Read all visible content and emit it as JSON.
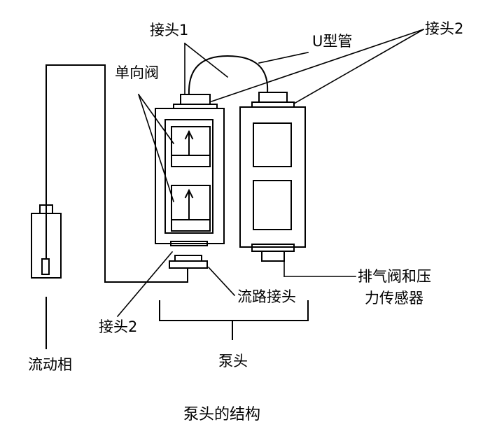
{
  "labels": {
    "joint1": "接头1",
    "joint2_top": "接头2",
    "u_tube": "U型管",
    "check_valve": "单向阀",
    "mobile_phase": "流动相",
    "joint2_bottom": "接头2",
    "flow_joint": "流路接头",
    "pump_head": "泵头",
    "exhaust_valve_line1": "排气阀和压",
    "exhaust_valve_line2": "力传感器",
    "caption": "泵头的结构"
  }
}
